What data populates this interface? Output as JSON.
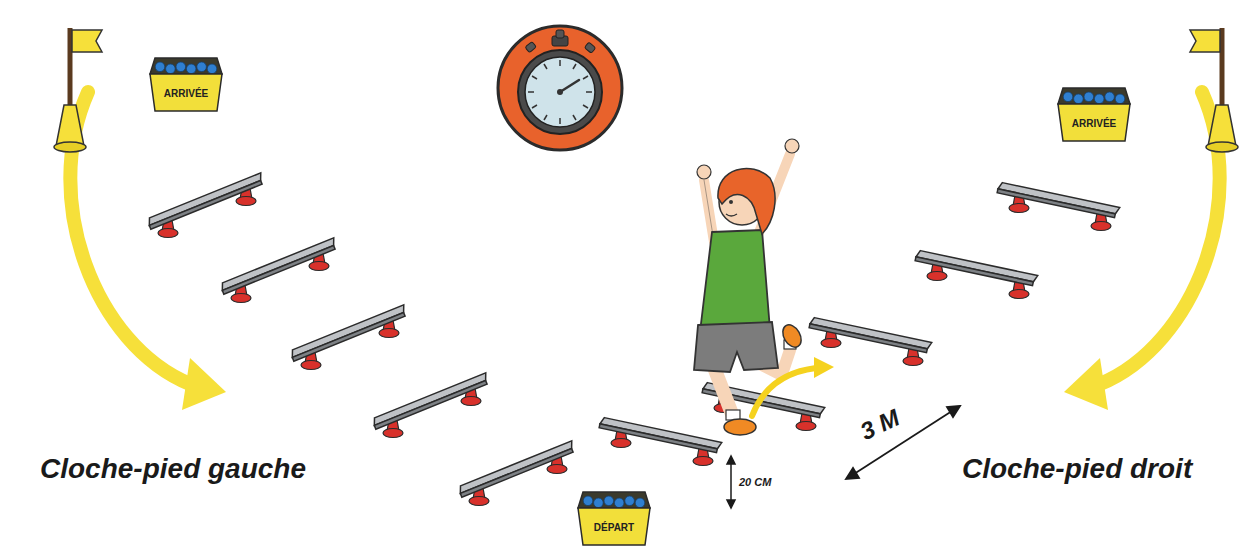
{
  "diagram": {
    "nodes": [
      {
        "text": [
          "ARRIVÉE"
        ]
      },
      {
        "text": [
          "ARRIVÉE"
        ]
      },
      {
        "text": [
          "DÉPART"
        ]
      }
    ],
    "labels": [
      "Cloche-pied gauche",
      "Cloche-pied droit",
      "20 CM",
      "3 M"
    ]
  }
}
